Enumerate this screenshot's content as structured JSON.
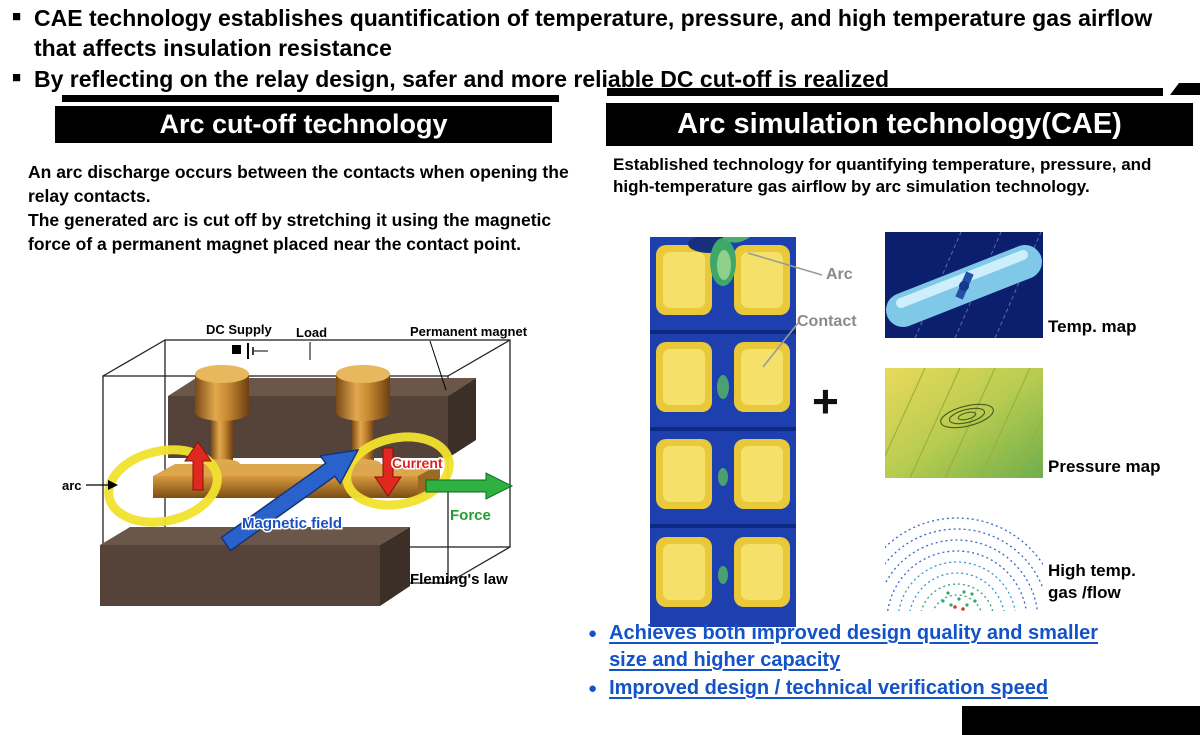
{
  "top_bullets": [
    "CAE technology establishes quantification of temperature, pressure, and high temperature gas airflow that affects insulation resistance",
    "By reflecting on the relay design, safer and more reliable DC cut-off is realized"
  ],
  "left_panel": {
    "header": "Arc cut-off technology",
    "body_1": "An arc discharge occurs between the contacts when opening the relay contacts.",
    "body_2": "The generated arc is cut off by stretching it using the magnetic force of a permanent magnet placed near the contact point.",
    "diagram": {
      "dc_supply": "DC Supply",
      "load": "Load",
      "permanent_magnet": "Permanent magnet",
      "arc": "arc",
      "magnetic_field": "Magnetic field",
      "current": "Current",
      "force": "Force",
      "flemings_law": "Fleming's law"
    }
  },
  "right_panel": {
    "header": "Arc simulation technology(CAE)",
    "body": "Established technology for quantifying temperature, pressure, and high-temperature gas airflow by arc simulation technology.",
    "callouts": {
      "arc": "Arc",
      "contact": "Contact"
    },
    "plus_sign": "+",
    "map_labels": {
      "temp": "Temp. map",
      "pressure": "Pressure map",
      "high_temp_line1": "High temp.",
      "high_temp_line2": "gas /flow"
    },
    "bullets": [
      "Achieves both improved design quality and smaller size and higher capacity",
      "Improved design / technical verification speed"
    ]
  },
  "colors": {
    "header_bg": "#000000",
    "link_blue": "#1353c8",
    "sim_blue": "#1e3fae",
    "arc_yellow": "#f2e22e",
    "copper": "#c98b33"
  }
}
